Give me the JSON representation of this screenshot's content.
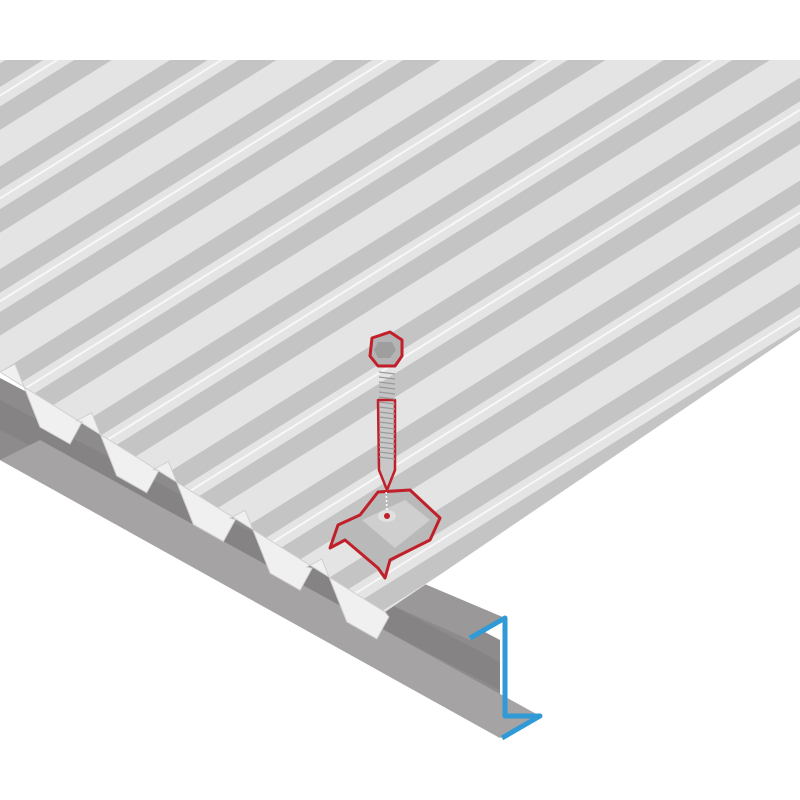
{
  "illustration": {
    "subject": "",
    "colors": {
      "background": "#ffffff",
      "sheet_light": "#e4e4e4",
      "sheet_dark": "#c4c4c4",
      "sheet_highlight": "#f7f7f7",
      "purlin_face": "#8d8b8b",
      "purlin_dark": "#6f6d6d",
      "purlin_edge": "#2f9ad6",
      "fastener_outline": "#c0202a",
      "fastener_fill": "#b9b9b9"
    },
    "icons": [
      "roof-sheet",
      "z-purlin",
      "self-drilling-screw",
      "saddle-washer"
    ]
  }
}
